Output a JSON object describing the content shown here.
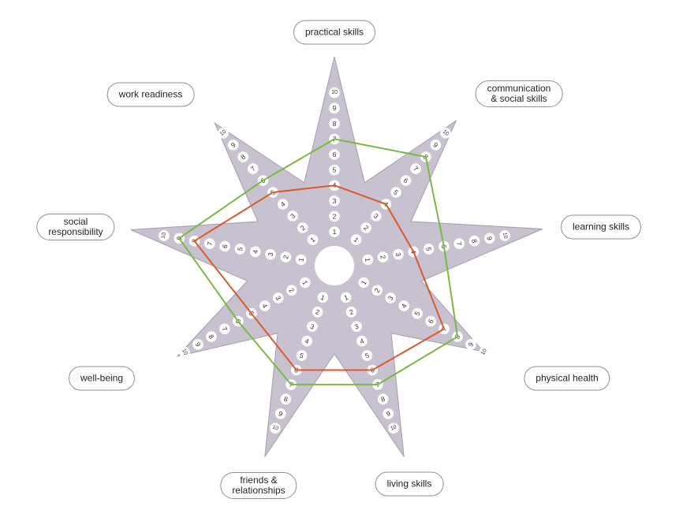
{
  "colors": {
    "star_fill": "#c8c2d0",
    "star_outline": "#a39eac",
    "dot_fill": "#ffffff",
    "dot_text": "#333333",
    "center_fill": "#ffffff",
    "series_a": "#d85a2b",
    "series_b": "#79b843",
    "label_border": "#8f8f8f"
  },
  "chart_data": {
    "type": "radar",
    "scale": {
      "min": 1,
      "max": 10,
      "ticks": [
        "1",
        "2",
        "3",
        "4",
        "5",
        "6",
        "7",
        "8",
        "9",
        "10"
      ]
    },
    "axes": [
      {
        "name": "practical skills",
        "lines": [
          "practical skills"
        ]
      },
      {
        "name": "communication & social skills",
        "lines": [
          "communication",
          "& social skills"
        ]
      },
      {
        "name": "learning skills",
        "lines": [
          "learning skills"
        ]
      },
      {
        "name": "physical health",
        "lines": [
          "physical health"
        ]
      },
      {
        "name": "living skills",
        "lines": [
          "living skills"
        ]
      },
      {
        "name": "friends & relationships",
        "lines": [
          "friends &",
          "relationships"
        ]
      },
      {
        "name": "well-being",
        "lines": [
          "well-being"
        ]
      },
      {
        "name": "social responsibility",
        "lines": [
          "social",
          "responsibility"
        ]
      },
      {
        "name": "work readiness",
        "lines": [
          "work readiness"
        ]
      }
    ],
    "series": [
      {
        "color_key": "series_a",
        "values": [
          4,
          4,
          4,
          7,
          6,
          6,
          5,
          8,
          5
        ]
      },
      {
        "color_key": "series_b",
        "values": [
          7,
          8,
          6,
          8,
          7,
          7,
          6,
          9,
          6
        ]
      }
    ]
  }
}
